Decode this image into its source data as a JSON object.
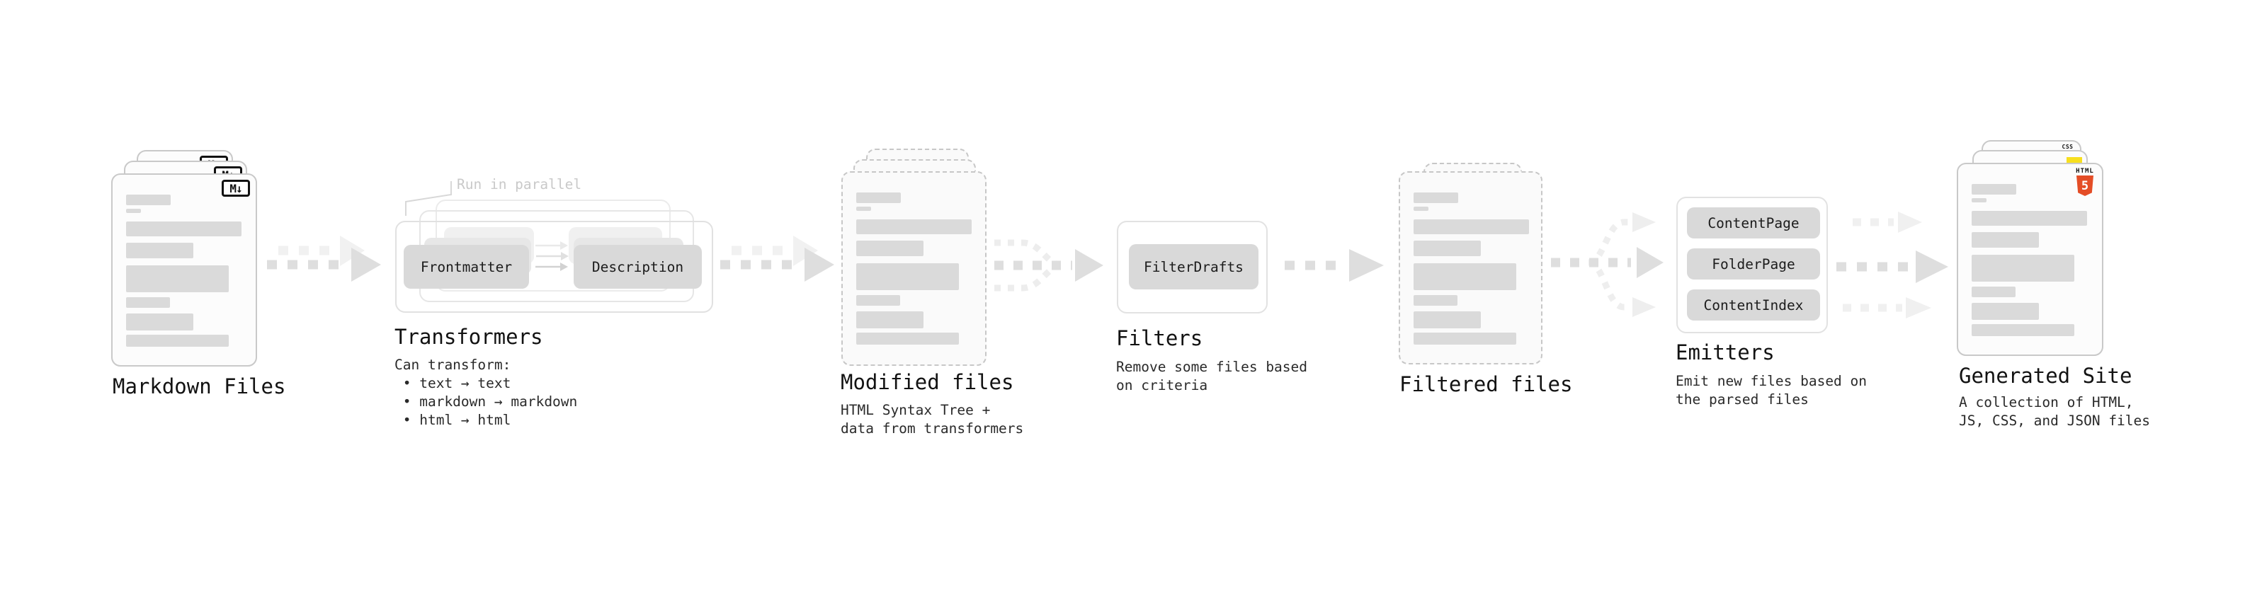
{
  "diagram": {
    "stages": {
      "markdown": {
        "title": "Markdown Files"
      },
      "transformers": {
        "title": "Transformers",
        "annotation": "Run in parallel",
        "buttons": [
          "Frontmatter",
          "Description"
        ],
        "desc_lines": [
          "Can transform:",
          " • text → text",
          " • markdown → markdown",
          " • html → html"
        ]
      },
      "modified": {
        "title": "Modified files",
        "desc_lines": [
          "HTML Syntax Tree +",
          "data from transformers"
        ]
      },
      "filters": {
        "title": "Filters",
        "buttons": [
          "FilterDrafts"
        ],
        "desc_lines": [
          "Remove some files based",
          "on criteria"
        ]
      },
      "filtered": {
        "title": "Filtered files"
      },
      "emitters": {
        "title": "Emitters",
        "buttons": [
          "ContentPage",
          "FolderPage",
          "ContentIndex"
        ],
        "desc_lines": [
          "Emit new files based on",
          "the parsed files"
        ]
      },
      "generated": {
        "title": "Generated Site",
        "desc_lines": [
          "A collection of HTML,",
          "JS, CSS, and JSON files"
        ]
      }
    },
    "icons": {
      "markdown_badge": "M↓",
      "html5_label": "HTML",
      "html5_number": "5",
      "css_label": "CSS"
    },
    "colors": {
      "html5_orange": "#e44d26",
      "js_yellow": "#f7df1e",
      "css_blue": "#2965f1",
      "placeholder_bar": "#dadada",
      "node_button": "#d9d9d9",
      "arrow": "#dedede",
      "arrow_faint": "#f0f0f0"
    }
  }
}
